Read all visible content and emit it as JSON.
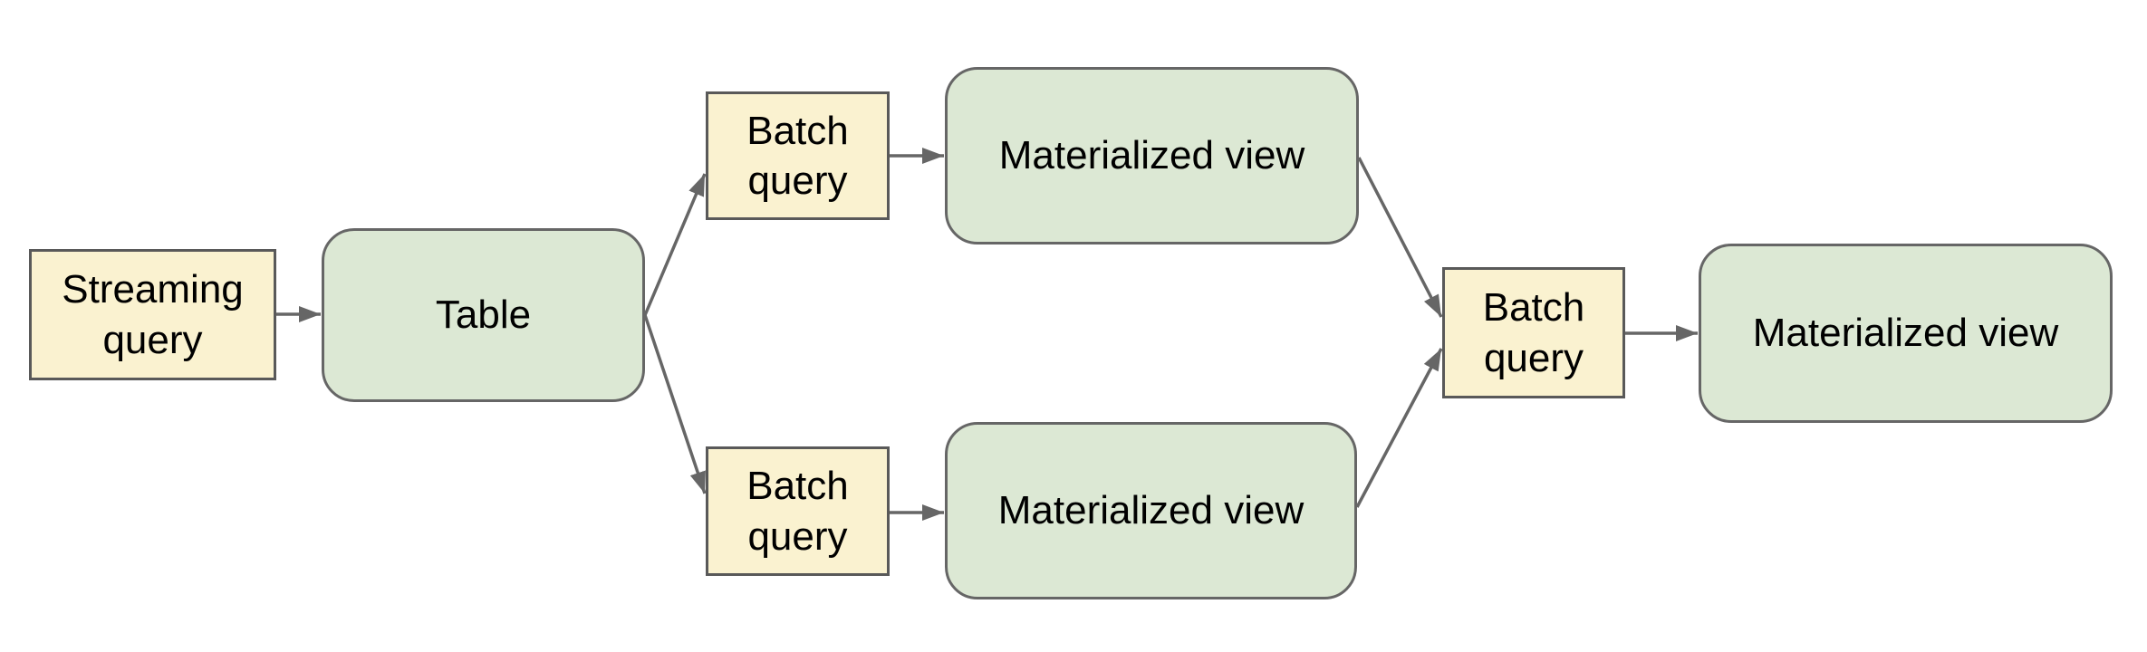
{
  "diagram": {
    "colors": {
      "background": "#ffffff",
      "query_fill": "#faf2d0",
      "query_border": "#595959",
      "view_fill": "#dce8d4",
      "view_border": "#666666",
      "arrow": "#666666",
      "text": "#000000"
    },
    "nodes": [
      {
        "id": "streaming-query",
        "label": "Streaming query",
        "kind": "query"
      },
      {
        "id": "table",
        "label": "Table",
        "kind": "view"
      },
      {
        "id": "batch-query-top",
        "label": "Batch query",
        "kind": "query"
      },
      {
        "id": "materialized-view-top",
        "label": "Materialized view",
        "kind": "view"
      },
      {
        "id": "batch-query-bottom",
        "label": "Batch query",
        "kind": "query"
      },
      {
        "id": "materialized-view-bottom",
        "label": "Materialized view",
        "kind": "view"
      },
      {
        "id": "batch-query-merge",
        "label": "Batch query",
        "kind": "query"
      },
      {
        "id": "materialized-view-final",
        "label": "Materialized view",
        "kind": "view"
      }
    ],
    "edges": [
      {
        "from": "streaming-query",
        "to": "table"
      },
      {
        "from": "table",
        "to": "batch-query-top"
      },
      {
        "from": "table",
        "to": "batch-query-bottom"
      },
      {
        "from": "batch-query-top",
        "to": "materialized-view-top"
      },
      {
        "from": "batch-query-bottom",
        "to": "materialized-view-bottom"
      },
      {
        "from": "materialized-view-top",
        "to": "batch-query-merge"
      },
      {
        "from": "materialized-view-bottom",
        "to": "batch-query-merge"
      },
      {
        "from": "batch-query-merge",
        "to": "materialized-view-final"
      }
    ]
  }
}
